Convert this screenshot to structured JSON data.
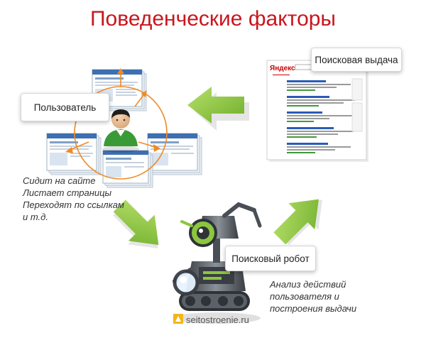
{
  "title": "Поведенческие факторы",
  "nodes": {
    "user": {
      "label": "Пользователь"
    },
    "serp": {
      "label": "Поисковая выдача",
      "engine_logo": "Яндекс"
    },
    "robot": {
      "label": "Поисковый робот"
    }
  },
  "notes": {
    "user": [
      "Сидит на сайте",
      "Листает страницы",
      "Переходят по ссылкам",
      "и т.д."
    ],
    "robot": [
      "Анализ действий",
      "пользователя и",
      "построения выдачи"
    ]
  },
  "watermark": "seitostroenie.ru",
  "colors": {
    "title": "#c8161d",
    "arrow": "#8cc63f",
    "cycle_ring": "#f08a24",
    "user_shirt": "#3a9b36",
    "user_hair": "#1e1e1e"
  },
  "icons": [
    "user-icon",
    "browser-window-icon",
    "serp-screenshot",
    "robot-icon",
    "arrow-left-icon",
    "arrow-down-right-icon",
    "arrow-up-right-icon",
    "watermark-logo-icon"
  ]
}
